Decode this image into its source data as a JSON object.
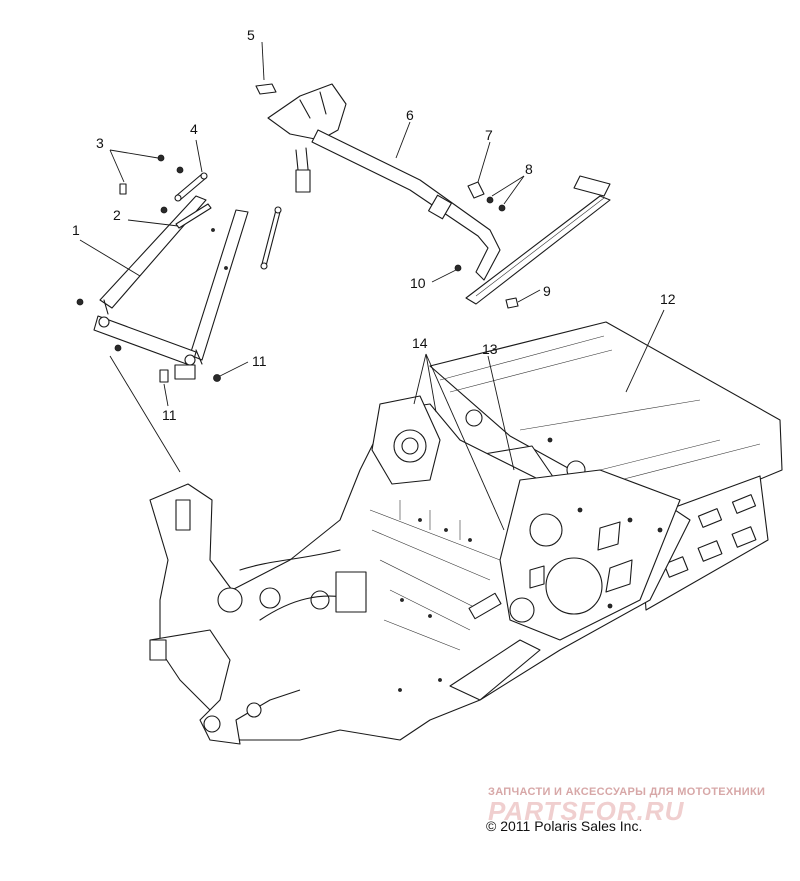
{
  "callouts": [
    "1",
    "2",
    "3",
    "4",
    "5",
    "6",
    "7",
    "8",
    "9",
    "10",
    "11",
    "11",
    "12",
    "13",
    "14"
  ],
  "watermark": {
    "top_text": "ЗАПЧАСТИ И АКСЕССУАРЫ ДЛЯ МОТОТЕХНИКИ",
    "logo_text": "PARTSFOR.RU"
  },
  "copyright": "© 2011 Polaris Sales Inc."
}
